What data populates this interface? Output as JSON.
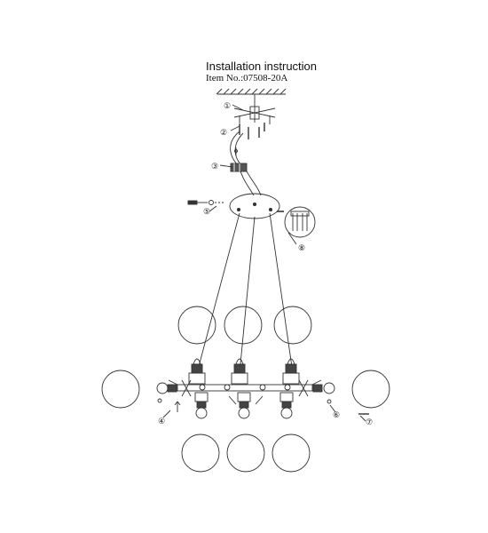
{
  "header": {
    "title": "Installation instruction",
    "item_no": "Item No.:07508-20A"
  },
  "callouts": {
    "c1": "①",
    "c2": "②",
    "c3": "③",
    "c4": "④",
    "c5": "⑤",
    "c6": "⑥",
    "c7": "⑦",
    "c8": "⑧"
  },
  "colors": {
    "line": "#333333",
    "background": "#ffffff"
  }
}
